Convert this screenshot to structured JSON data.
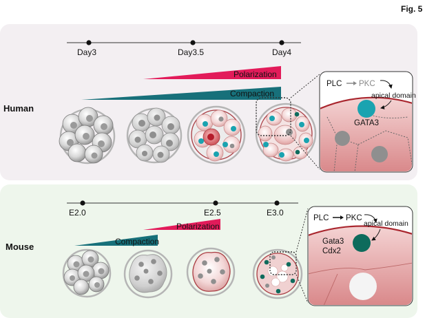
{
  "figure_label": "Fig. 5",
  "colors": {
    "human_bg": "#f3eff2",
    "mouse_bg": "#eef6ec",
    "polarization": "#e21b5a",
    "compaction": "#17707a",
    "cell_outline": "#b0343c",
    "nucleus_teal": "#1aa3b0",
    "nucleus_green": "#0e6b5c"
  },
  "human": {
    "label": "Human",
    "timeline": [
      "Day3",
      "Day3.5",
      "Day4"
    ],
    "polarization_label": "Polarization",
    "compaction_label": "Compaction",
    "inset": {
      "plc": "PLC",
      "pkc": "PKC",
      "apical": "apical domain",
      "marker": "GATA3"
    }
  },
  "mouse": {
    "label": "Mouse",
    "timeline": [
      "E2.0",
      "E2.5",
      "E3.0"
    ],
    "polarization_label": "Polarization",
    "compaction_label": "Compaction",
    "inset": {
      "plc": "PLC",
      "pkc": "PKC",
      "apical": "apical domain",
      "marker_1": "Gata3",
      "marker_2": "Cdx2"
    }
  }
}
